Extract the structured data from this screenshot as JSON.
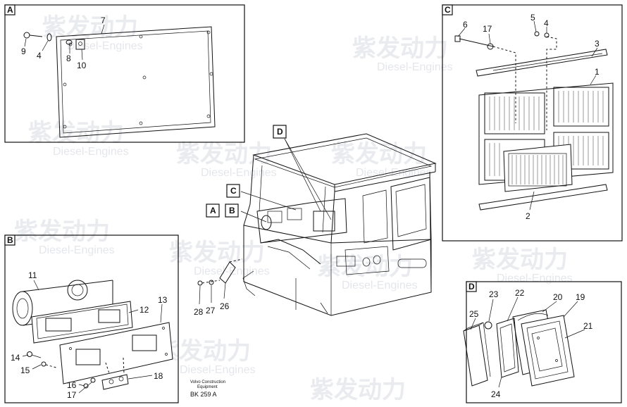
{
  "watermark": {
    "brand": "紫发动力",
    "subtitle": "Diesel-Engines"
  },
  "panels": {
    "A": {
      "label": "A",
      "callouts": [
        "9",
        "4",
        "8",
        "10",
        "7"
      ]
    },
    "B": {
      "label": "B",
      "callouts": [
        "11",
        "12",
        "13",
        "14",
        "15",
        "16",
        "17",
        "18"
      ]
    },
    "C": {
      "label": "C",
      "callouts": [
        "6",
        "17",
        "5",
        "4",
        "3",
        "1",
        "2"
      ]
    },
    "D": {
      "label": "D",
      "callouts": [
        "25",
        "23",
        "22",
        "20",
        "19",
        "21",
        "24"
      ]
    }
  },
  "main": {
    "markers": [
      "D",
      "C",
      "A",
      "B"
    ],
    "callouts": [
      "28",
      "27",
      "26"
    ]
  },
  "footer": {
    "company": "Volvo Construction",
    "division": "Equipment",
    "reference": "BK 259 A"
  }
}
